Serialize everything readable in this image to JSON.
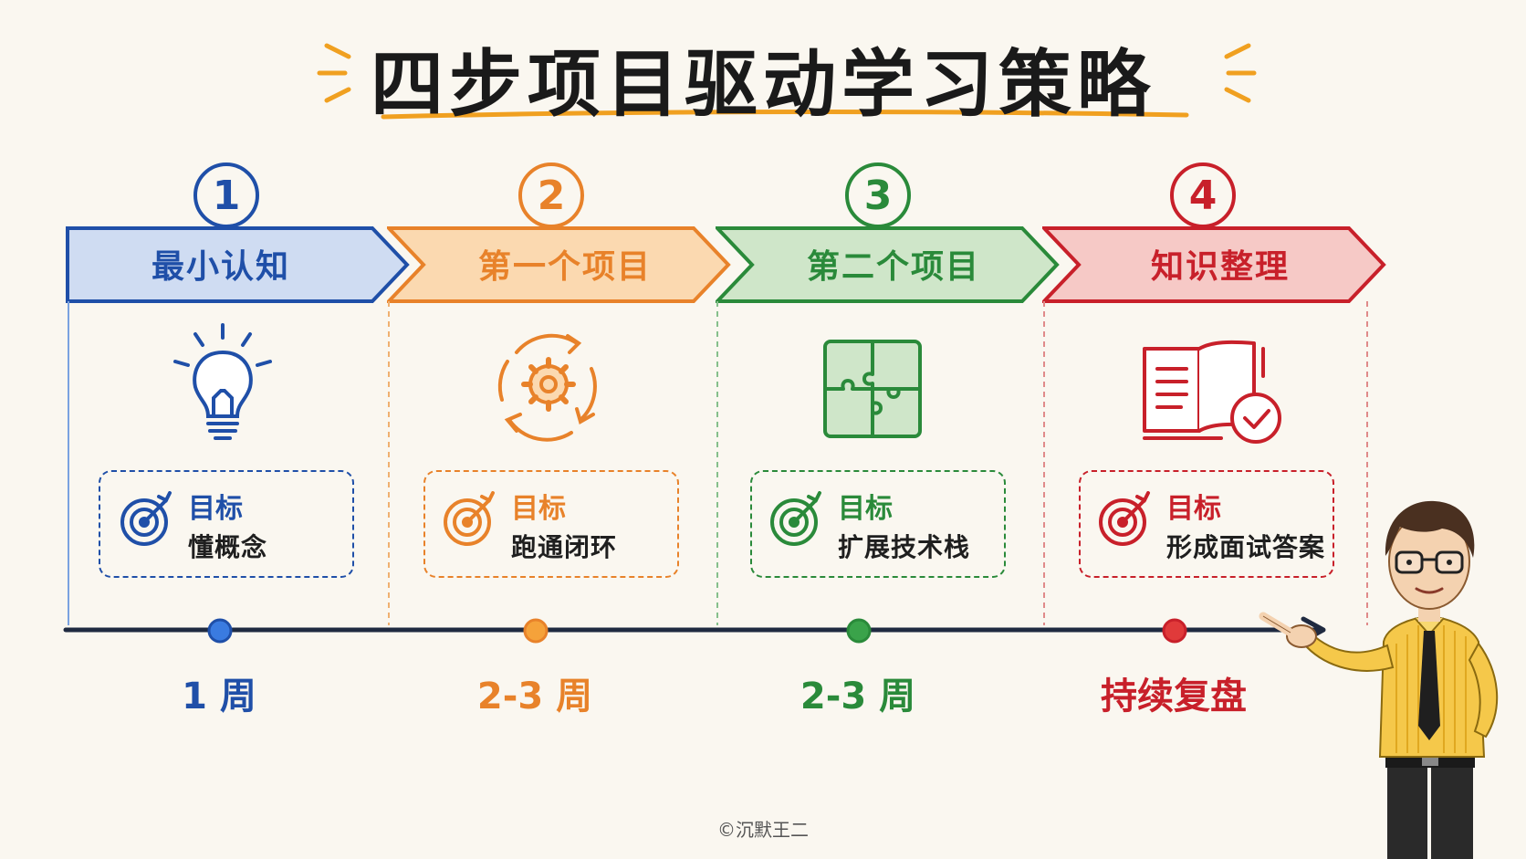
{
  "title": "四步项目驱动学习策略",
  "goal_label": "目标",
  "footer": "©沉默王二",
  "steps": [
    {
      "num": "1",
      "name": "最小认知",
      "goal": "懂概念",
      "duration": "1 周",
      "icon": "lightbulb-icon",
      "color": "#1f4fa8",
      "fill": "#cfdcf2"
    },
    {
      "num": "2",
      "name": "第一个项目",
      "goal": "跑通闭环",
      "duration": "2-3 周",
      "icon": "gear-cycle-icon",
      "color": "#e8822a",
      "fill": "#fbd9b0"
    },
    {
      "num": "3",
      "name": "第二个项目",
      "goal": "扩展技术栈",
      "duration": "2-3 周",
      "icon": "puzzle-icon",
      "color": "#2a8a3a",
      "fill": "#cfe6c9"
    },
    {
      "num": "4",
      "name": "知识整理",
      "goal": "形成面试答案",
      "duration": "持续复盘",
      "icon": "book-check-icon",
      "color": "#c8202a",
      "fill": "#f6c9c6"
    }
  ]
}
